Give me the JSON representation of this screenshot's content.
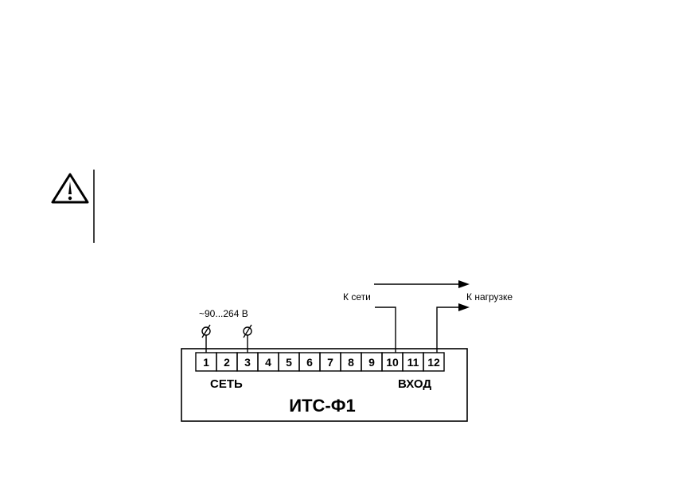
{
  "warning": {
    "icon": "warning-triangle-icon"
  },
  "diagram": {
    "supply_label": "~90...264 В",
    "to_network_label": "К сети",
    "to_load_label": "К нагрузке",
    "terminals": [
      "1",
      "2",
      "3",
      "4",
      "5",
      "6",
      "7",
      "8",
      "9",
      "10",
      "11",
      "12"
    ],
    "network_group_label": "СЕТЬ",
    "input_group_label": "ВХОД",
    "device_name": "ИТС-Ф1"
  }
}
